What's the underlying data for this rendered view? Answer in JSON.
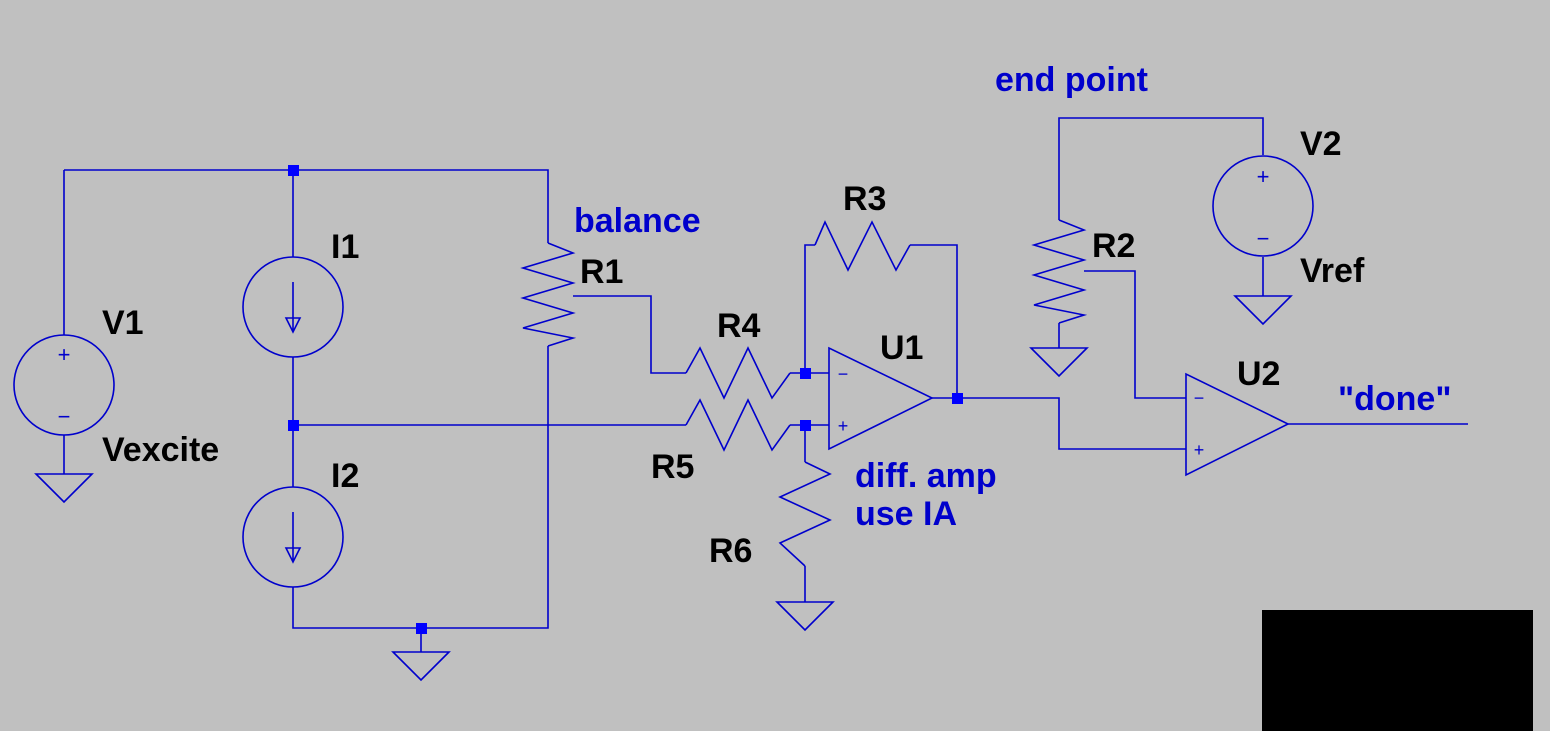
{
  "components": {
    "V1": {
      "name": "V1",
      "value": "Vexcite"
    },
    "V2": {
      "name": "V2",
      "value": "Vref"
    },
    "I1": {
      "name": "I1"
    },
    "I2": {
      "name": "I2"
    },
    "R1": {
      "name": "R1"
    },
    "R2": {
      "name": "R2"
    },
    "R3": {
      "name": "R3"
    },
    "R4": {
      "name": "R4"
    },
    "R5": {
      "name": "R5"
    },
    "R6": {
      "name": "R6"
    },
    "U1": {
      "name": "U1"
    },
    "U2": {
      "name": "U2"
    }
  },
  "annotations": {
    "balance": "balance",
    "end_point": "end point",
    "diff_amp_line1": "diff. amp",
    "diff_amp_line2": "use IA",
    "output_net": "\"done\""
  },
  "symbols": {
    "plus": "+",
    "minus": "−"
  },
  "colors": {
    "background": "#c0c0c0",
    "wire": "#0000cc",
    "junction": "#0000ff",
    "label": "#000000",
    "annotation": "#0000cc",
    "redaction_box": "#000000"
  }
}
